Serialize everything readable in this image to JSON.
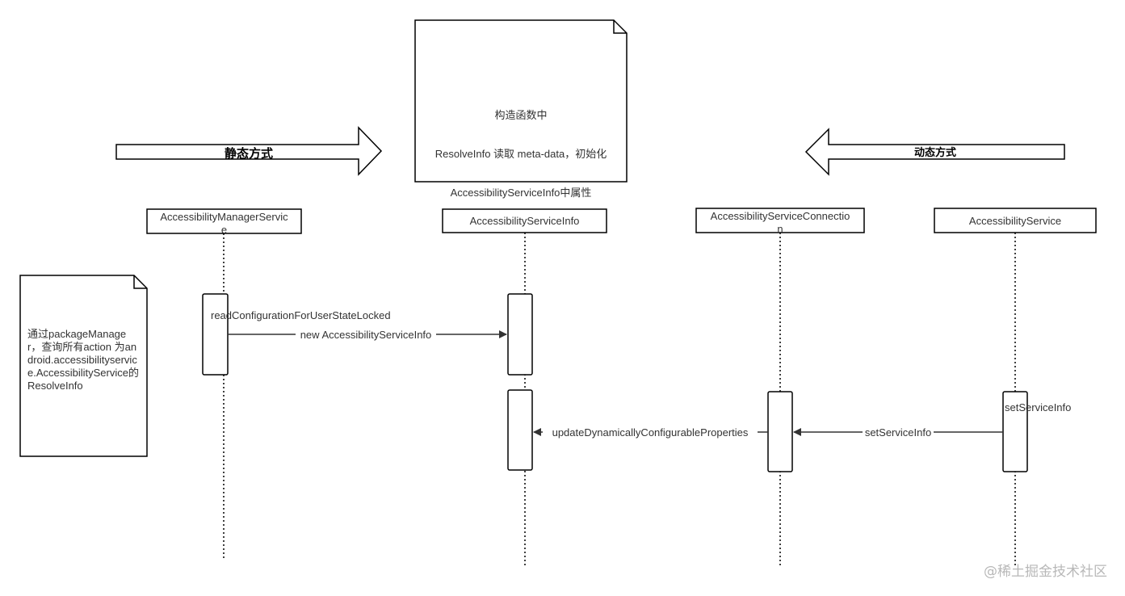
{
  "top_note": {
    "lines": [
      "构造函数中",
      "ResolveInfo 读取 meta-data，初始化",
      "AccessibilityServiceInfo中属性"
    ]
  },
  "left_note": {
    "text": "通过packageManager，查询所有action 为android.accessibilityservice.AccessibilityService的ResolveInfo"
  },
  "arrows": {
    "static_label": "静态方式",
    "dynamic_label": "动态方式"
  },
  "lifelines": [
    {
      "id": "ams",
      "label": "AccessibilityManagerServic\ne"
    },
    {
      "id": "asi",
      "label": "AccessibilityServiceInfo"
    },
    {
      "id": "asc",
      "label": "AccessibilityServiceConnectio\nn"
    },
    {
      "id": "as",
      "label": "AccessibilityService"
    }
  ],
  "messages": {
    "read_config": "readConfigurationForUserStateLocked",
    "new_info": "new AccessibilityServiceInfo",
    "update_dynamic": "updateDynamicallyConfigurableProperties",
    "set_service_info_call": "setServiceInfo",
    "set_service_info_self": "setServiceInfo"
  },
  "watermark": "@稀土掘金技术社区"
}
